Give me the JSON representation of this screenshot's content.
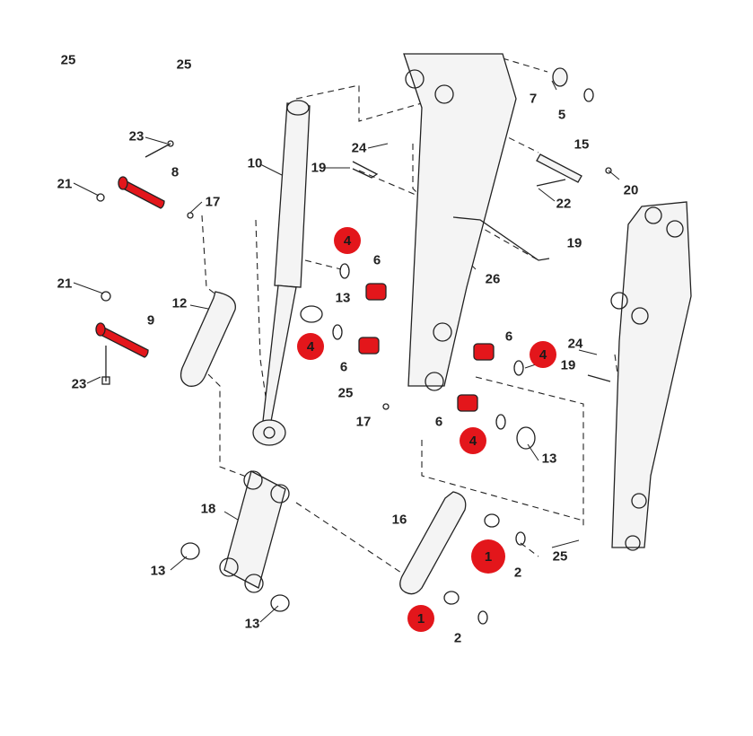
{
  "colors": {
    "highlight": "#e3161b",
    "line": "#222222",
    "part_fill": "#f4f4f4",
    "background": "#ffffff"
  },
  "header_numbers": [
    "25",
    "25"
  ],
  "callouts": [
    {
      "id": "c23a",
      "text": "23"
    },
    {
      "id": "c8",
      "text": "8"
    },
    {
      "id": "c21a",
      "text": "21"
    },
    {
      "id": "c17a",
      "text": "17"
    },
    {
      "id": "c21b",
      "text": "21"
    },
    {
      "id": "c9",
      "text": "9"
    },
    {
      "id": "c23b",
      "text": "23"
    },
    {
      "id": "c12",
      "text": "12"
    },
    {
      "id": "c10",
      "text": "10"
    },
    {
      "id": "c18",
      "text": "18"
    },
    {
      "id": "c13a",
      "text": "13"
    },
    {
      "id": "c13b",
      "text": "13"
    },
    {
      "id": "c24a",
      "text": "24"
    },
    {
      "id": "c19a",
      "text": "19"
    },
    {
      "id": "c6a",
      "text": "6"
    },
    {
      "id": "c13c",
      "text": "13"
    },
    {
      "id": "c6b",
      "text": "6"
    },
    {
      "id": "c25a",
      "text": "25"
    },
    {
      "id": "c17b",
      "text": "17"
    },
    {
      "id": "c6c",
      "text": "6"
    },
    {
      "id": "c7",
      "text": "7"
    },
    {
      "id": "c5",
      "text": "5"
    },
    {
      "id": "c15",
      "text": "15"
    },
    {
      "id": "c20",
      "text": "20"
    },
    {
      "id": "c22",
      "text": "22"
    },
    {
      "id": "c19b",
      "text": "19"
    },
    {
      "id": "c26",
      "text": "26"
    },
    {
      "id": "c6d",
      "text": "6"
    },
    {
      "id": "c24b",
      "text": "24"
    },
    {
      "id": "c19c",
      "text": "19"
    },
    {
      "id": "c13d",
      "text": "13"
    },
    {
      "id": "c16",
      "text": "16"
    },
    {
      "id": "c2a",
      "text": "2"
    },
    {
      "id": "c2b",
      "text": "2"
    },
    {
      "id": "c25b",
      "text": "25"
    }
  ],
  "badges": [
    {
      "id": "b4a",
      "text": "4"
    },
    {
      "id": "b4b",
      "text": "4"
    },
    {
      "id": "b4c",
      "text": "4"
    },
    {
      "id": "b4d",
      "text": "4"
    },
    {
      "id": "b1a",
      "text": "1"
    },
    {
      "id": "b1b",
      "text": "1"
    }
  ]
}
